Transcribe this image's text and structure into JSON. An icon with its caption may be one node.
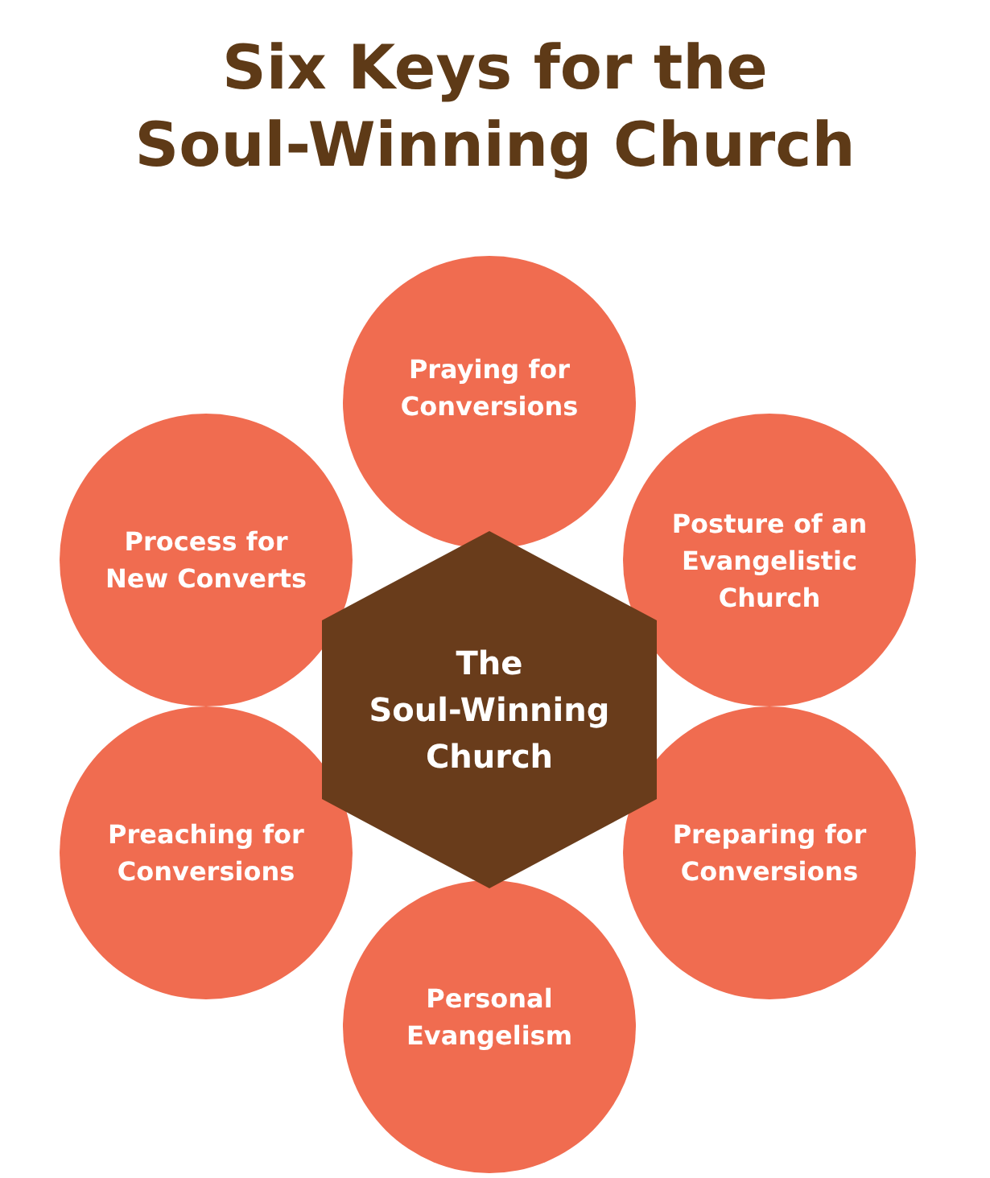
{
  "diagram": {
    "title": "Six Keys for the Soul-Winning Church",
    "nodes": [
      {
        "text": [
          "Praying for Conversions"
        ]
      },
      {
        "text": [
          "Process for New Converts"
        ]
      },
      {
        "text": [
          "Posture of an Evangelistic Church"
        ]
      },
      {
        "text": [
          "The Soul-Winning Church"
        ]
      },
      {
        "text": [
          "Preaching for Conversions"
        ]
      },
      {
        "text": [
          "Preparing for Conversions"
        ]
      },
      {
        "text": [
          "Personal Evangelism"
        ]
      }
    ]
  }
}
